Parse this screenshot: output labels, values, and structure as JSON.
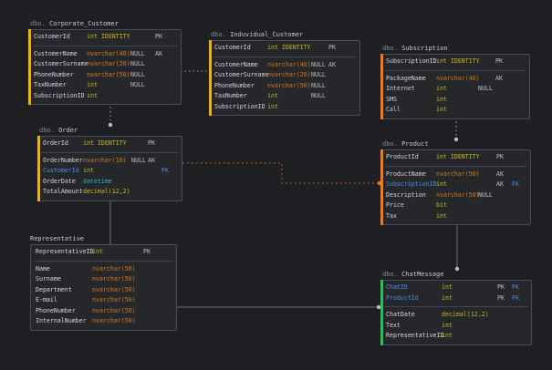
{
  "colors": {
    "background": "#1e1f22",
    "stripe_yellow": "#f0b400",
    "stripe_orange": "#f07c14",
    "stripe_green": "#1fc35a",
    "type_int": "#c8b81a",
    "type_nvarchar": "#d67a24",
    "type_datetime": "#2fb6d8",
    "fk_column": "#4a8ee8"
  },
  "tables": {
    "corporate_customer": {
      "schema": "dbo.",
      "name": "Corporate_Customer",
      "pk_rows": [
        {
          "col": "CustomerId",
          "type": "int IDENTITY",
          "null": "",
          "key": "PK",
          "fk": ""
        }
      ],
      "rows": [
        {
          "col": "CustomerName",
          "type": "nvarchar(40)",
          "null": "NULL",
          "key": "AK",
          "fk": ""
        },
        {
          "col": "CustomerSurname",
          "type": "nvarchar(20)",
          "null": "NULL",
          "key": "",
          "fk": ""
        },
        {
          "col": "PhoneNumber",
          "type": "nvarchar(50)",
          "null": "NULL",
          "key": "",
          "fk": ""
        },
        {
          "col": "TaxNumber",
          "type": "int",
          "null": "NULL",
          "key": "",
          "fk": ""
        },
        {
          "col": "SubscriptionID",
          "type": "int",
          "null": "",
          "key": "",
          "fk": ""
        }
      ]
    },
    "induvidual_customer": {
      "schema": "dbo.",
      "name": "Induvidual_Customer",
      "pk_rows": [
        {
          "col": "CustomerId",
          "type": "int IDENTITY",
          "null": "",
          "key": "PK",
          "fk": ""
        }
      ],
      "rows": [
        {
          "col": "CustomerName",
          "type": "nvarchar(40)",
          "null": "NULL",
          "key": "AK",
          "fk": ""
        },
        {
          "col": "CustomerSurname",
          "type": "nvarchar(20)",
          "null": "NULL",
          "key": "",
          "fk": ""
        },
        {
          "col": "PhoneNumber",
          "type": "nvarchar(50)",
          "null": "NULL",
          "key": "",
          "fk": ""
        },
        {
          "col": "TaxNumber",
          "type": "int",
          "null": "NULL",
          "key": "",
          "fk": ""
        },
        {
          "col": "SubscriptionID",
          "type": "int",
          "null": "",
          "key": "",
          "fk": ""
        }
      ]
    },
    "subscription": {
      "schema": "dbo.",
      "name": "Subscription",
      "pk_rows": [
        {
          "col": "SubscriptionID",
          "type": "int IDENTITY",
          "null": "",
          "key": "PK",
          "fk": ""
        }
      ],
      "rows": [
        {
          "col": "PackageName",
          "type": "nvarchar(40)",
          "null": "",
          "key": "AK",
          "fk": ""
        },
        {
          "col": "Internet",
          "type": "int",
          "null": "NULL",
          "key": "",
          "fk": ""
        },
        {
          "col": "SMS",
          "type": "int",
          "null": "",
          "key": "",
          "fk": ""
        },
        {
          "col": "Call",
          "type": "int",
          "null": "",
          "key": "",
          "fk": ""
        }
      ]
    },
    "order": {
      "schema": "dbo.",
      "name": "Order",
      "pk_rows": [
        {
          "col": "OrderId",
          "type": "int IDENTITY",
          "null": "",
          "key": "PK",
          "fk": ""
        }
      ],
      "rows": [
        {
          "col": "OrderNumber",
          "type": "nvarchar(10)",
          "null": "NULL",
          "key": "AK",
          "fk": ""
        },
        {
          "col": "CustomerId",
          "type": "int",
          "null": "",
          "key": "",
          "fk": "FK"
        },
        {
          "col": "OrderDate",
          "type": "datetime",
          "null": "",
          "key": "",
          "fk": ""
        },
        {
          "col": "TotalAmount",
          "type": "decimal(12,2)",
          "null": "",
          "key": "",
          "fk": ""
        }
      ]
    },
    "product": {
      "schema": "dbo.",
      "name": "Product",
      "pk_rows": [
        {
          "col": "ProductId",
          "type": "int IDENTITY",
          "null": "",
          "key": "PK",
          "fk": ""
        }
      ],
      "rows": [
        {
          "col": "ProductName",
          "type": "nvarchar(50)",
          "null": "",
          "key": "AK",
          "fk": ""
        },
        {
          "col": "SubscriptionID",
          "type": "int",
          "null": "",
          "key": "AK",
          "fk": "FK"
        },
        {
          "col": "Description",
          "type": "nvarchar(50)",
          "null": "NULL",
          "key": "",
          "fk": ""
        },
        {
          "col": "Price",
          "type": "bit",
          "null": "",
          "key": "",
          "fk": ""
        },
        {
          "col": "Tax",
          "type": "int",
          "null": "",
          "key": "",
          "fk": ""
        }
      ]
    },
    "representative": {
      "schema": "",
      "name": "Representative",
      "pk_rows": [
        {
          "col": "RepresentativeID",
          "type": "int",
          "null": "",
          "key": "PK",
          "fk": ""
        }
      ],
      "rows": [
        {
          "col": "Name",
          "type": "nvarchar(50)",
          "null": "",
          "key": "",
          "fk": ""
        },
        {
          "col": "Surname",
          "type": "nvarchar(50)",
          "null": "",
          "key": "",
          "fk": ""
        },
        {
          "col": "Department",
          "type": "nvarchar(50)",
          "null": "",
          "key": "",
          "fk": ""
        },
        {
          "col": "E-mail",
          "type": "nvarchar(50)",
          "null": "",
          "key": "",
          "fk": ""
        },
        {
          "col": "PhoneNumber",
          "type": "nvarchar(50)",
          "null": "",
          "key": "",
          "fk": ""
        },
        {
          "col": "InternalNumber",
          "type": "nvarchar(50)",
          "null": "",
          "key": "",
          "fk": ""
        }
      ]
    },
    "chatmessage": {
      "schema": "dbo.",
      "name": "ChatMessage",
      "pk_rows": [
        {
          "col": "ChatID",
          "type": "int",
          "null": "",
          "key": "PK",
          "fk": "FK"
        },
        {
          "col": "ProductId",
          "type": "int",
          "null": "",
          "key": "PK",
          "fk": "FK"
        }
      ],
      "rows": [
        {
          "col": "ChatDate",
          "type": "decimal(12,2)",
          "null": "",
          "key": "",
          "fk": ""
        },
        {
          "col": "Text",
          "type": "int",
          "null": "",
          "key": "",
          "fk": ""
        },
        {
          "col": "RepresentativeID",
          "type": "int",
          "null": "",
          "key": "",
          "fk": ""
        }
      ]
    }
  },
  "relationships": [
    {
      "from": "corporate_customer",
      "to": "order",
      "style": "dotted"
    },
    {
      "from": "corporate_customer",
      "to": "induvidual_customer",
      "style": "dotted"
    },
    {
      "from": "subscription",
      "to": "product",
      "style": "dotted"
    },
    {
      "from": "order",
      "to": "product",
      "style": "dotted-orange"
    },
    {
      "from": "order",
      "to": "representative",
      "style": "solid"
    },
    {
      "from": "product",
      "to": "chatmessage",
      "style": "solid"
    },
    {
      "from": "representative",
      "to": "chatmessage",
      "style": "solid"
    }
  ]
}
